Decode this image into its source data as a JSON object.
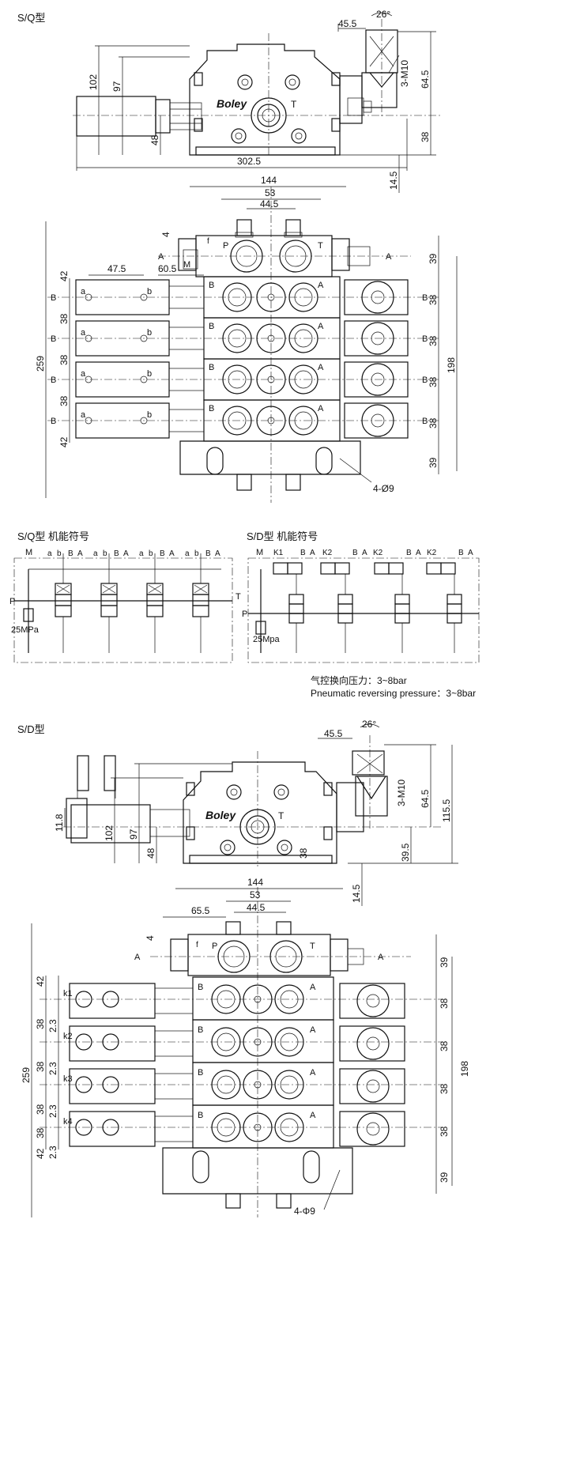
{
  "titles": {
    "sq_drawing": "S/Q型",
    "sq_symbol": "S/Q型 机能符号",
    "sd_symbol": "S/D型 机能符号",
    "sd_drawing": "S/D型"
  },
  "brand": "Boley",
  "notes": {
    "pressure_cn": "气控换向压力：3~8bar",
    "pressure_en": "Pneumatic reversing pressure：3~8bar"
  },
  "port_labels": {
    "P": "P",
    "T": "T",
    "A": "A",
    "B": "B",
    "a": "a",
    "b": "b",
    "M": "M",
    "f": "f"
  },
  "sq_top": {
    "d1": "45.5",
    "angle": "26°",
    "thread": "3-M10",
    "h102": "102",
    "h97": "97",
    "h48": "48",
    "h64": "64.5",
    "h38": "38",
    "w302": "302.5",
    "h14": "14.5"
  },
  "sq_plan": {
    "w144": "144",
    "w53": "53",
    "w44": "44.5",
    "h4": "4",
    "w47": "47.5",
    "w60": "60.5",
    "h42a": "42",
    "h38a": "38",
    "h38b": "38",
    "h38c": "38",
    "h42b": "42",
    "total": "259",
    "r39a": "39",
    "r38a": "38",
    "r38b": "38",
    "r38c": "38",
    "r38d": "38",
    "r39b": "39",
    "r198": "198",
    "holes": "4-Ø9"
  },
  "sq_sym": {
    "M": "M",
    "relief": "25MPa",
    "sect": [
      "a",
      "b",
      "B",
      "A"
    ]
  },
  "sd_sym": {
    "M": "M",
    "relief": "25Mpa",
    "sect": [
      [
        "K1",
        "B",
        "A"
      ],
      [
        "K2",
        "B",
        "A"
      ],
      [
        "K2",
        "B",
        "A"
      ],
      [
        "K2",
        "B",
        "A"
      ]
    ]
  },
  "sd_top": {
    "d1": "45.5",
    "angle": "26°",
    "thread": "3-M10",
    "h11": "11.8",
    "h102": "102",
    "h97": "97",
    "h48": "48",
    "h64": "64.5",
    "h115": "115.5",
    "h38": "38",
    "h39": "39.5",
    "h14": "14.5"
  },
  "sd_plan": {
    "w144": "144",
    "w53": "53",
    "w65": "65.5",
    "w44": "44.5",
    "h4": "4",
    "left": [
      "42",
      "38",
      "2.3",
      "38",
      "2.3",
      "38",
      "2.3",
      "38",
      "42",
      "2.3"
    ],
    "total": "259",
    "k": [
      "k1",
      "k2",
      "k3",
      "k4"
    ],
    "r39a": "39",
    "r38": "38",
    "r198": "198",
    "r39b": "39",
    "holes": "4-Φ9"
  }
}
